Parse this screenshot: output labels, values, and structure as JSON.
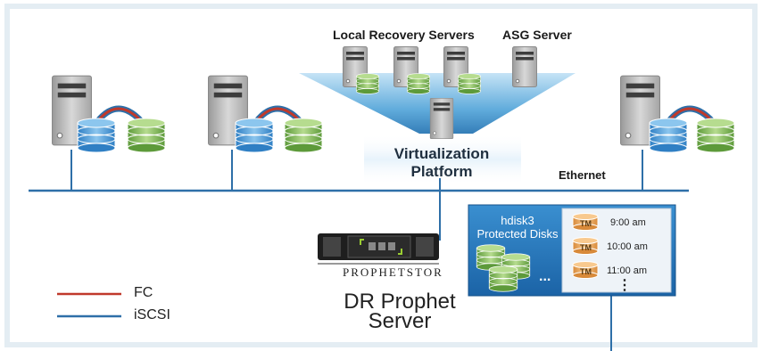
{
  "diagram": {
    "group_labels": {
      "local_recovery_servers": "Local Recovery Servers",
      "asg_server": "ASG Server"
    },
    "virtualization_platform": [
      "Virtualization",
      "Platform"
    ],
    "ethernet_label": "Ethernet",
    "appliance": {
      "brand": "PROPHETSTOR",
      "caption": [
        "DR Prophet",
        "Server"
      ]
    },
    "protected_disks_panel": {
      "title": [
        "hdisk3",
        "Protected Disks"
      ],
      "ellipsis": "...",
      "snapshots": [
        {
          "badge": "TM",
          "time": "9:00 am"
        },
        {
          "badge": "TM",
          "time": "10:00 am"
        },
        {
          "badge": "TM",
          "time": "11:00 am"
        }
      ],
      "more": "⋮"
    },
    "legend": [
      {
        "label": "FC",
        "color": "#c0392b"
      },
      {
        "label": "iSCSI",
        "color": "#2e6fa8"
      }
    ]
  }
}
